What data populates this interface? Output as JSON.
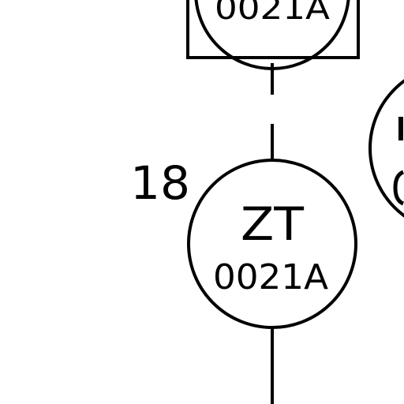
{
  "diagram": {
    "stroke_color": "#000000",
    "background": "#ffffff",
    "top_instrument": {
      "tag_text": "0021A",
      "kind": "shared-display circle in square (partially visible)"
    },
    "main_instrument": {
      "number_label": "18",
      "tag_letters": "ZT",
      "tag_number": "0021A",
      "kind": "field-mounted instrument bubble"
    },
    "right_instrument": {
      "kind": "instrument bubble (cut off at right edge)"
    },
    "connections": [
      {
        "from": "top_instrument",
        "to": "main_instrument",
        "style": "broken-line"
      },
      {
        "from": "main_instrument",
        "to": "below",
        "style": "solid"
      }
    ]
  }
}
